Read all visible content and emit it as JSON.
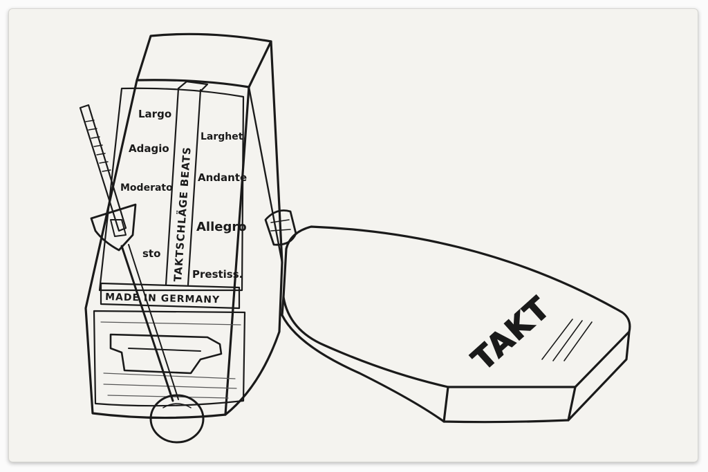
{
  "image": {
    "subject": "metronome-sketch",
    "ink_color": "#1a1a1a",
    "paper_color": "#f4f3ef"
  },
  "metronome": {
    "tempo_left": [
      "Largo",
      "Adagio",
      "Moderato",
      "sto"
    ],
    "tempo_right": [
      "Larghet.",
      "Andante",
      "Allegro",
      "Prestiss."
    ],
    "scale_text": "TAKTSCHLÄGE BEATS",
    "label": "MADE IN GERMANY"
  },
  "lid": {
    "brand": "TAKT"
  }
}
